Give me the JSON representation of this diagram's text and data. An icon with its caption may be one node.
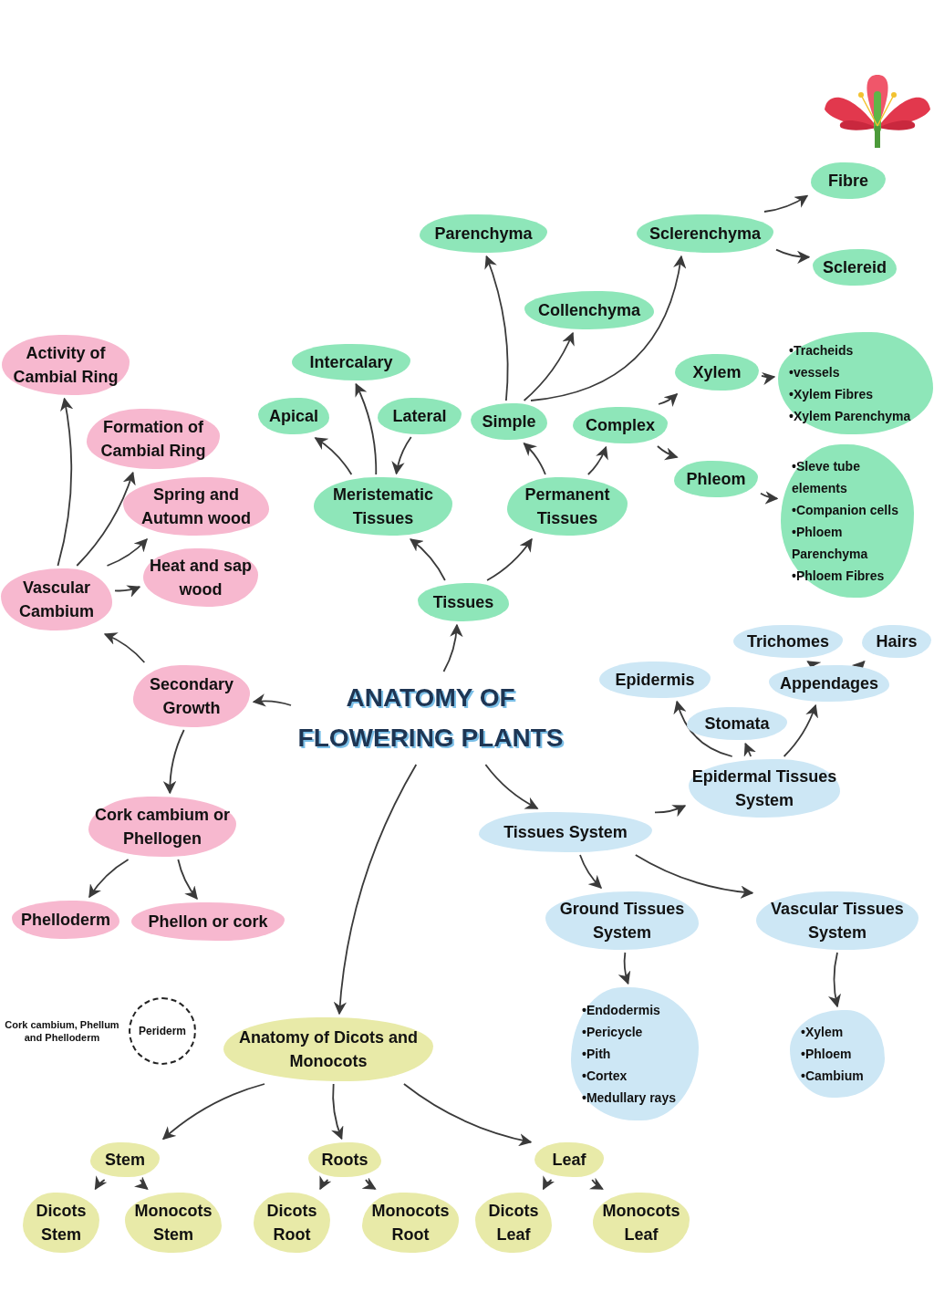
{
  "diagram": {
    "nodes": [
      {
        "text": [
          "ANATOMY OF FLOWERING PLANTS"
        ]
      },
      {
        "text": [
          "Tissues"
        ]
      },
      {
        "text": [
          "Meristematic Tissues"
        ]
      },
      {
        "text": [
          "Permanent Tissues"
        ]
      },
      {
        "text": [
          "Apical"
        ]
      },
      {
        "text": [
          "Intercalary"
        ]
      },
      {
        "text": [
          "Lateral"
        ]
      },
      {
        "text": [
          "Simple"
        ]
      },
      {
        "text": [
          "Complex"
        ]
      },
      {
        "text": [
          "Parenchyma"
        ]
      },
      {
        "text": [
          "Collenchyma"
        ]
      },
      {
        "text": [
          "Sclerenchyma"
        ]
      },
      {
        "text": [
          "Fibre"
        ]
      },
      {
        "text": [
          "Sclereid"
        ]
      },
      {
        "text": [
          "Xylem"
        ]
      },
      {
        "text": [
          "Phleom"
        ]
      },
      {
        "text": [
          "•Tracheids",
          "•vessels",
          "•Xylem Fibres",
          "•Xylem Parenchyma"
        ]
      },
      {
        "text": [
          "•Sleve tube elements",
          "•Companion cells",
          "•Phloem Parenchyma",
          "•Phloem Fibres"
        ]
      },
      {
        "text": [
          "Secondary Growth"
        ]
      },
      {
        "text": [
          "Vascular Cambium"
        ]
      },
      {
        "text": [
          "Activity of Cambial Ring"
        ]
      },
      {
        "text": [
          "Formation of Cambial Ring"
        ]
      },
      {
        "text": [
          "Spring and Autumn wood"
        ]
      },
      {
        "text": [
          "Heat and sap wood"
        ]
      },
      {
        "text": [
          "Cork cambium or Phellogen"
        ]
      },
      {
        "text": [
          "Phelloderm"
        ]
      },
      {
        "text": [
          "Phellon or cork"
        ]
      },
      {
        "text": [
          "Tissues System"
        ]
      },
      {
        "text": [
          "Epidermal Tissues System"
        ]
      },
      {
        "text": [
          "Epidermis"
        ]
      },
      {
        "text": [
          "Stomata"
        ]
      },
      {
        "text": [
          "Appendages"
        ]
      },
      {
        "text": [
          "Trichomes"
        ]
      },
      {
        "text": [
          "Hairs"
        ]
      },
      {
        "text": [
          "Ground Tissues System"
        ]
      },
      {
        "text": [
          "Vascular Tissues System"
        ]
      },
      {
        "text": [
          "•Endodermis",
          "•Pericycle",
          "•Pith",
          "•Cortex",
          "•Medullary rays"
        ]
      },
      {
        "text": [
          "•Xylem",
          "•Phloem",
          "•Cambium"
        ]
      },
      {
        "text": [
          "Anatomy of Dicots and Monocots"
        ]
      },
      {
        "text": [
          "Stem"
        ]
      },
      {
        "text": [
          "Roots"
        ]
      },
      {
        "text": [
          "Leaf"
        ]
      },
      {
        "text": [
          "Dicots Stem"
        ]
      },
      {
        "text": [
          "Monocots Stem"
        ]
      },
      {
        "text": [
          "Dicots Root"
        ]
      },
      {
        "text": [
          "Monocots Root"
        ]
      },
      {
        "text": [
          "Dicots Leaf"
        ]
      },
      {
        "text": [
          "Monocots Leaf"
        ]
      },
      {
        "text": [
          "Periderm"
        ],
        "beside": [
          "Cork cambium, Phellum and Phelloderm"
        ]
      }
    ],
    "edges": [
      {
        "from": 0,
        "to": 1,
        "arrow": "to"
      },
      {
        "from": 1,
        "to": 2,
        "arrow": "to"
      },
      {
        "from": 1,
        "to": 3,
        "arrow": "to"
      },
      {
        "from": 2,
        "to": 4,
        "arrow": "to"
      },
      {
        "from": 2,
        "to": 5,
        "arrow": "to"
      },
      {
        "from": 6,
        "to": 2,
        "arrow": "to"
      },
      {
        "from": 3,
        "to": 7,
        "arrow": "to"
      },
      {
        "from": 3,
        "to": 8,
        "arrow": "to"
      },
      {
        "from": 7,
        "to": 9,
        "arrow": "to"
      },
      {
        "from": 7,
        "to": 10,
        "arrow": "to"
      },
      {
        "from": 7,
        "to": 11,
        "arrow": "to"
      },
      {
        "from": 11,
        "to": 12,
        "arrow": "to"
      },
      {
        "from": 11,
        "to": 13,
        "arrow": "to"
      },
      {
        "from": 8,
        "to": 14,
        "arrow": "to"
      },
      {
        "from": 8,
        "to": 15,
        "arrow": "to"
      },
      {
        "from": 14,
        "to": 16,
        "arrow": "to"
      },
      {
        "from": 15,
        "to": 17,
        "arrow": "to"
      },
      {
        "from": 0,
        "to": 18,
        "arrow": "to"
      },
      {
        "from": 18,
        "to": 19,
        "arrow": "to"
      },
      {
        "from": 18,
        "to": 24,
        "arrow": "to"
      },
      {
        "from": 19,
        "to": 20,
        "arrow": "to"
      },
      {
        "from": 19,
        "to": 21,
        "arrow": "to"
      },
      {
        "from": 19,
        "to": 22,
        "arrow": "to"
      },
      {
        "from": 19,
        "to": 23,
        "arrow": "to"
      },
      {
        "from": 24,
        "to": 25,
        "arrow": "to"
      },
      {
        "from": 24,
        "to": 26,
        "arrow": "to"
      },
      {
        "from": 0,
        "to": 27,
        "arrow": "to"
      },
      {
        "from": 27,
        "to": 28,
        "arrow": "to"
      },
      {
        "from": 28,
        "to": 29,
        "arrow": "to"
      },
      {
        "from": 28,
        "to": 30,
        "arrow": "to"
      },
      {
        "from": 28,
        "to": 31,
        "arrow": "to"
      },
      {
        "from": 31,
        "to": 32,
        "arrow": "to"
      },
      {
        "from": 31,
        "to": 33,
        "arrow": "to"
      },
      {
        "from": 27,
        "to": 34,
        "arrow": "to"
      },
      {
        "from": 27,
        "to": 35,
        "arrow": "to"
      },
      {
        "from": 34,
        "to": 36,
        "arrow": "to"
      },
      {
        "from": 35,
        "to": 37,
        "arrow": "to"
      },
      {
        "from": 0,
        "to": 38,
        "arrow": "to"
      },
      {
        "from": 38,
        "to": 39,
        "arrow": "to"
      },
      {
        "from": 38,
        "to": 40,
        "arrow": "to"
      },
      {
        "from": 38,
        "to": 41,
        "arrow": "to"
      },
      {
        "from": 39,
        "to": 42,
        "arrow": "to"
      },
      {
        "from": 39,
        "to": 43,
        "arrow": "to"
      },
      {
        "from": 40,
        "to": 44,
        "arrow": "to"
      },
      {
        "from": 40,
        "to": 45,
        "arrow": "to"
      },
      {
        "from": 41,
        "to": 46,
        "arrow": "to"
      },
      {
        "from": 41,
        "to": 47,
        "arrow": "to"
      }
    ]
  }
}
